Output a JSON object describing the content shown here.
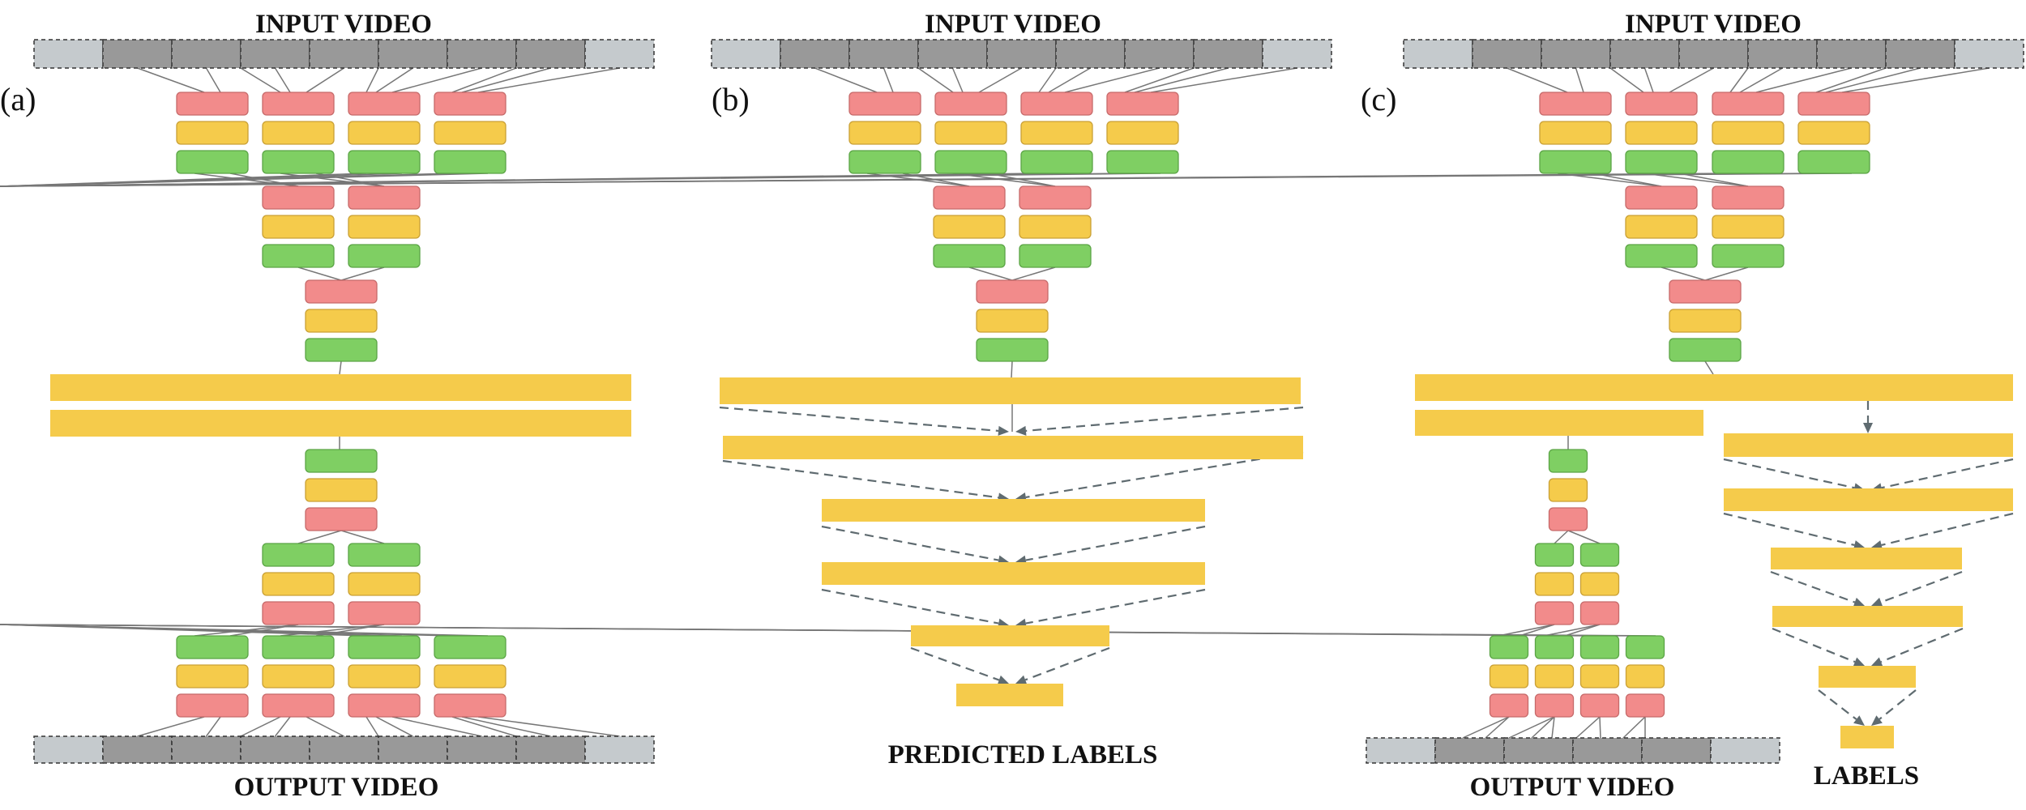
{
  "panels": [
    {
      "id": "a",
      "letter": "(a)",
      "top_label": "INPUT VIDEO",
      "bottom_label": "OUTPUT VIDEO"
    },
    {
      "id": "b",
      "letter": "(b)",
      "top_label": "INPUT VIDEO",
      "bottom_label": "PREDICTED LABELS"
    },
    {
      "id": "c",
      "letter": "(c)",
      "top_label": "INPUT VIDEO",
      "bottom_label": "OUTPUT VIDEO",
      "bottom_label_2": "LABELS"
    }
  ],
  "colors": {
    "red_block": "#f28b8b",
    "yellow_block": "#f5cb4b",
    "green_block": "#7fcf63",
    "frame_dark": "#999999",
    "frame_light": "#c5cacd",
    "connector": "#777777",
    "arrow": "#5f6b70",
    "text": "#111111"
  }
}
